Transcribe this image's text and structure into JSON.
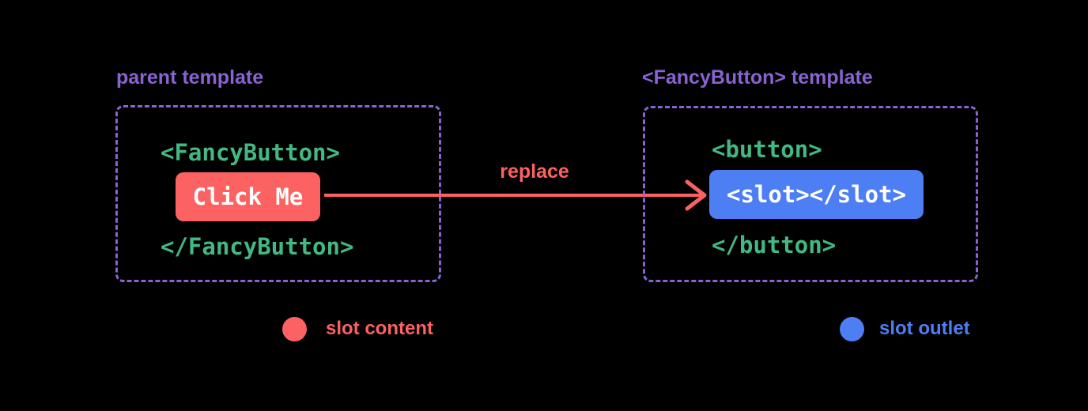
{
  "colors": {
    "background": "#000000",
    "purple": "#8a63d2",
    "green": "#42b883",
    "red": "#fc6262",
    "blue": "#4d7ef3",
    "white": "#ffffff"
  },
  "parent_panel": {
    "title": "parent template",
    "open_tag": "<FancyButton>",
    "button_label": "Click Me",
    "close_tag": "</FancyButton>"
  },
  "fancy_button_panel": {
    "title": "<FancyButton> template",
    "open_tag": "<button>",
    "slot_code": "<slot></slot>",
    "close_tag": "</button>"
  },
  "arrow": {
    "label": "replace"
  },
  "legend": {
    "slot_content_label": "slot content",
    "slot_outlet_label": "slot outlet"
  }
}
